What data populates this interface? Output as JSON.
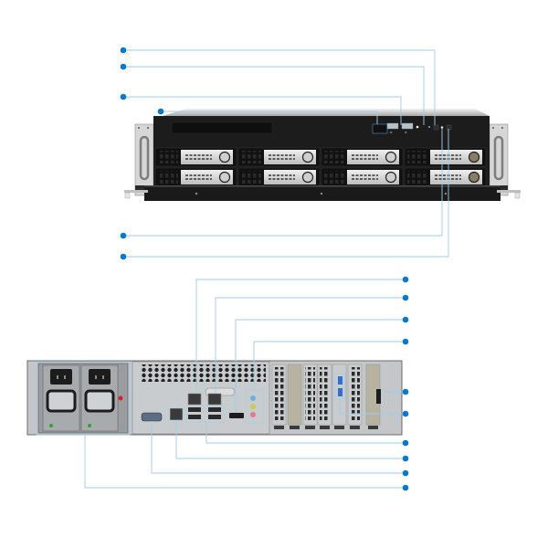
{
  "diagram": {
    "title": "",
    "colors": {
      "callout_dot": "#0a78d0",
      "callout_line": "#9ccfe6",
      "chassis_dark": "#1f1f1f",
      "chassis_silver": "#c8c8c8",
      "panel_grey": "#b9bcc0",
      "tray_silver": "#d9d9d9"
    },
    "front_view": {
      "drive_bays": 8,
      "drive_rows": 2,
      "drive_columns": 4,
      "usb_ports_front": 2,
      "callouts": [
        {
          "id": "front-1",
          "target": "lcd-button-panel"
        },
        {
          "id": "front-2",
          "target": "usb-ports-front"
        },
        {
          "id": "front-3",
          "target": "status-leds"
        },
        {
          "id": "front-4",
          "target": "power-button"
        },
        {
          "id": "front-5",
          "target": "reset-button"
        },
        {
          "id": "front-6",
          "target": "copy-button"
        }
      ]
    },
    "rear_view": {
      "power_supplies": 2,
      "pcie_slots": 7,
      "rear_usb3_ports": 2,
      "callouts": [
        {
          "id": "rear-1",
          "target": "lan-port-1"
        },
        {
          "id": "rear-2",
          "target": "lan-port-2"
        },
        {
          "id": "rear-3",
          "target": "hdmi-port"
        },
        {
          "id": "rear-4",
          "target": "audio-ports"
        },
        {
          "id": "rear-5",
          "target": "sas-expansion-port"
        },
        {
          "id": "rear-6",
          "target": "usb3-expansion-card"
        },
        {
          "id": "rear-7",
          "target": "usb-ports-rear"
        },
        {
          "id": "rear-8",
          "target": "management-lan-port"
        },
        {
          "id": "rear-9",
          "target": "serial-port"
        },
        {
          "id": "rear-10",
          "target": "redundant-power-supply"
        }
      ]
    }
  }
}
